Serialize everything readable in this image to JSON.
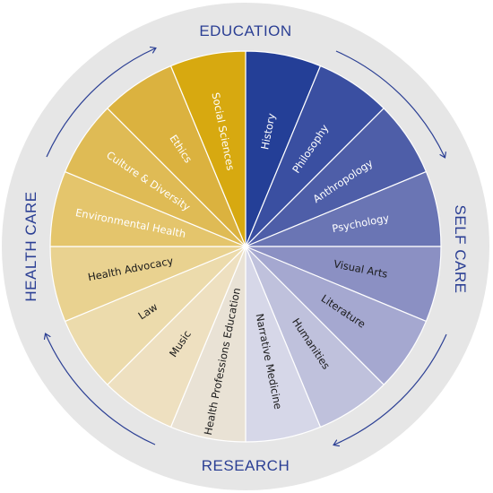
{
  "ring_labels": {
    "top": "EDUCATION",
    "right": "SELF CARE",
    "bottom": "RESEARCH",
    "left": "HEALTH CARE"
  },
  "colors": {
    "outer_ring": "#e6e6e6",
    "arrow": "#2b3f94",
    "ring_text": "#2b3f94",
    "divider": "#ffffff"
  },
  "segments": [
    {
      "label": "History",
      "color": "#243f97",
      "text_color": "#ffffff"
    },
    {
      "label": "Philosophy",
      "color": "#3a4fa1",
      "text_color": "#ffffff"
    },
    {
      "label": "Anthropology",
      "color": "#4e5ea8",
      "text_color": "#ffffff"
    },
    {
      "label": "Psychology",
      "color": "#6a75b4",
      "text_color": "#ffffff"
    },
    {
      "label": "Visual Arts",
      "color": "#8b90c3",
      "text_color": "#1a1a1a"
    },
    {
      "label": "Literature",
      "color": "#a5a8d0",
      "text_color": "#1a1a1a"
    },
    {
      "label": "Humanities",
      "color": "#bfc1dc",
      "text_color": "#1a1a1a"
    },
    {
      "label": "Narrative Medicine",
      "color": "#d6d7e8",
      "text_color": "#1a1a1a"
    },
    {
      "label": "Health Professions Education",
      "color": "#e9e2d5",
      "text_color": "#1a1a1a"
    },
    {
      "label": "Music",
      "color": "#eee0c0",
      "text_color": "#1a1a1a"
    },
    {
      "label": "Law",
      "color": "#ecdbac",
      "text_color": "#1a1a1a"
    },
    {
      "label": "Health Advocacy",
      "color": "#e9d290",
      "text_color": "#1a1a1a"
    },
    {
      "label": "Environmental Health",
      "color": "#e4c56c",
      "text_color": "#ffffff"
    },
    {
      "label": "Culture & Diversity",
      "color": "#dfbb55",
      "text_color": "#ffffff"
    },
    {
      "label": "Ethics",
      "color": "#dbb23f",
      "text_color": "#ffffff"
    },
    {
      "label": "Social Sciences",
      "color": "#d7a910",
      "text_color": "#ffffff"
    }
  ]
}
